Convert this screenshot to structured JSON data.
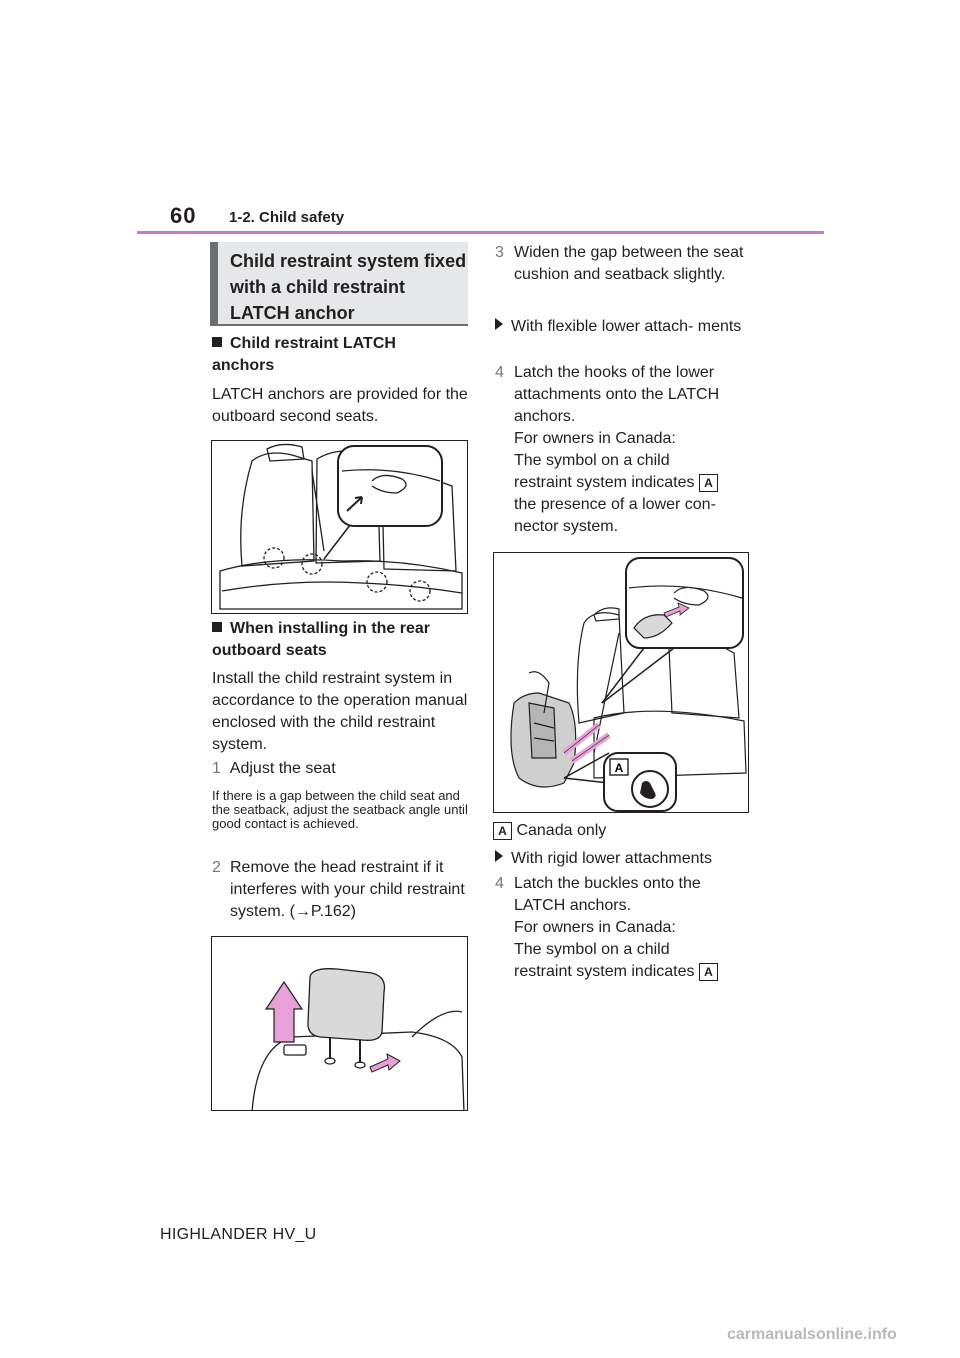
{
  "header": {
    "page_number": "60",
    "section": "1-2. Child safety"
  },
  "heading_box": "Child restraint system fixed with a child restraint LATCH anchor",
  "left": {
    "sub1": "Child restraint LATCH anchors",
    "para1": "LATCH anchors are provided for the outboard second seats.",
    "sub2": "When installing in the rear outboard seats",
    "para2": "Install the child restraint system in accordance to the operation manual enclosed with the child restraint system.",
    "step1_num": "1",
    "step1_text": "Adjust the seat",
    "note": "If there is a gap between the child seat and the seatback, adjust the seatback angle until good contact is achieved.",
    "step2_num": "2",
    "step2_text": "Remove the head restraint if it interferes with your child restraint system. (→P.162)"
  },
  "right": {
    "step3_num": "3",
    "step3_text": "Widen the gap between the seat cushion and seatback slightly.",
    "bullet1": "With flexible lower attach- ments",
    "step4a_num": "4",
    "step4a_text": "Latch the hooks of the lower attachments onto the LATCH anchors.",
    "canada_intro": "For owners in Canada:",
    "symbol_line1": "The symbol on a child",
    "symbol_line2": "restraint system indicates",
    "presence_text": "the presence of a lower con- nector system.",
    "key_label": "A",
    "key_caption": "Canada only",
    "bullet2": "With rigid lower attachments",
    "step4b_num": "4",
    "step4b_text": "Latch the buckles onto the LATCH anchors."
  },
  "footer": "HIGHLANDER HV_U",
  "watermark": "carmanualsonline.info"
}
